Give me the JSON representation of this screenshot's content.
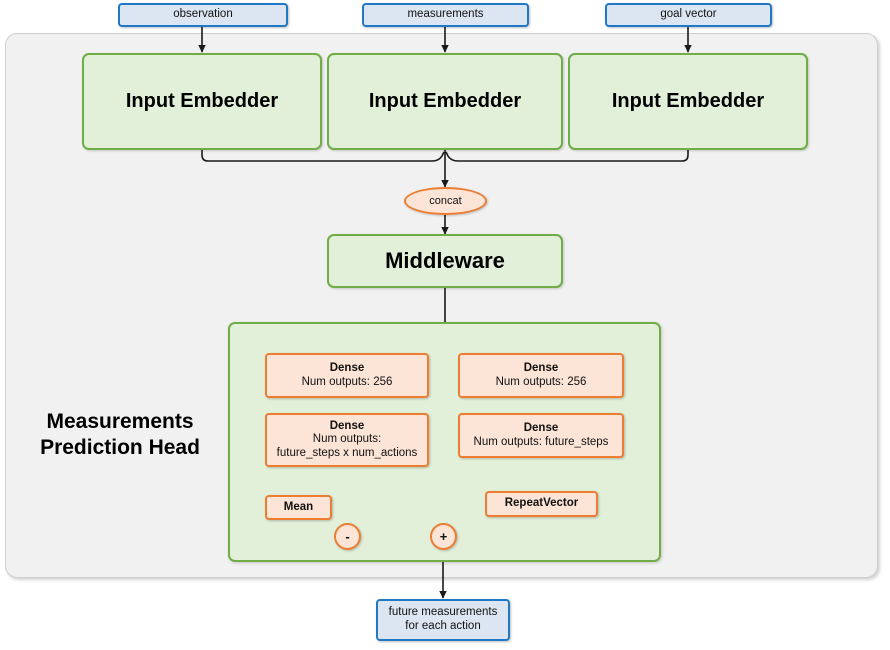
{
  "diagram": {
    "title": "Measurements Prediction Head network diagram",
    "colors": {
      "canvas": "#ffffff",
      "container_fill": "#f1f1f1",
      "container_border": "#cfcfcf",
      "blue_fill": "#dce6f2",
      "blue_border": "#2079c7",
      "green_fill": "#e2efd9",
      "green_border": "#70ad47",
      "orange_fill": "#fce4d6",
      "orange_border": "#ed7d31",
      "edge": "#1a1a1a"
    }
  },
  "inputs": [
    {
      "label": "observation"
    },
    {
      "label": "measurements"
    },
    {
      "label": "goal vector"
    }
  ],
  "embedders": [
    {
      "label": "Input Embedder"
    },
    {
      "label": "Input Embedder"
    },
    {
      "label": "Input Embedder"
    }
  ],
  "concat": {
    "label": "concat"
  },
  "middleware": {
    "label": "Middleware"
  },
  "head": {
    "title_line1": "Measurements",
    "title_line2": "Prediction Head",
    "left_branch": {
      "dense1": {
        "line1": "Dense",
        "line2": "Num outputs: 256"
      },
      "dense2": {
        "line1": "Dense",
        "line2": "Num outputs:",
        "line3": "future_steps x num_actions"
      },
      "mean": {
        "label": "Mean"
      },
      "operator": {
        "label": "-"
      }
    },
    "right_branch": {
      "dense1": {
        "line1": "Dense",
        "line2": "Num outputs: 256"
      },
      "dense2": {
        "line1": "Dense",
        "line2": "Num outputs: future_steps"
      },
      "repeat_vector": {
        "label": "RepeatVector"
      }
    },
    "merge_operator": {
      "label": "+"
    }
  },
  "output": {
    "line1": "future measurements",
    "line2": "for each action"
  }
}
